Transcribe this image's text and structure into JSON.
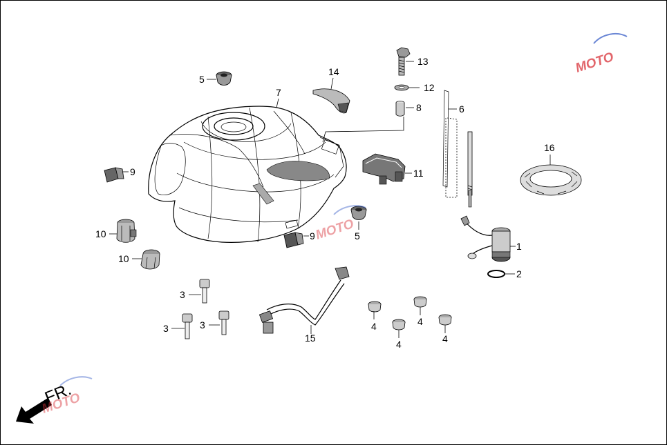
{
  "diagram": {
    "callouts": {
      "c1": "1",
      "c2": "2",
      "c3a": "3",
      "c3b": "3",
      "c3c": "3",
      "c4a": "4",
      "c4b": "4",
      "c4c": "4",
      "c4d": "4",
      "c5a": "5",
      "c5b": "5",
      "c6": "6",
      "c7": "7",
      "c8": "8",
      "c9a": "9",
      "c9b": "9",
      "c10a": "10",
      "c10b": "10",
      "c11": "11",
      "c12": "12",
      "c13": "13",
      "c14": "14",
      "c15": "15",
      "c16": "16"
    },
    "direction_label": "FR.",
    "watermark_text": "MOTO"
  },
  "colors": {
    "line": "#000000",
    "watermark_red": "#d9333a",
    "watermark_blue": "#3a5fc8",
    "part_gray": "#555555"
  }
}
